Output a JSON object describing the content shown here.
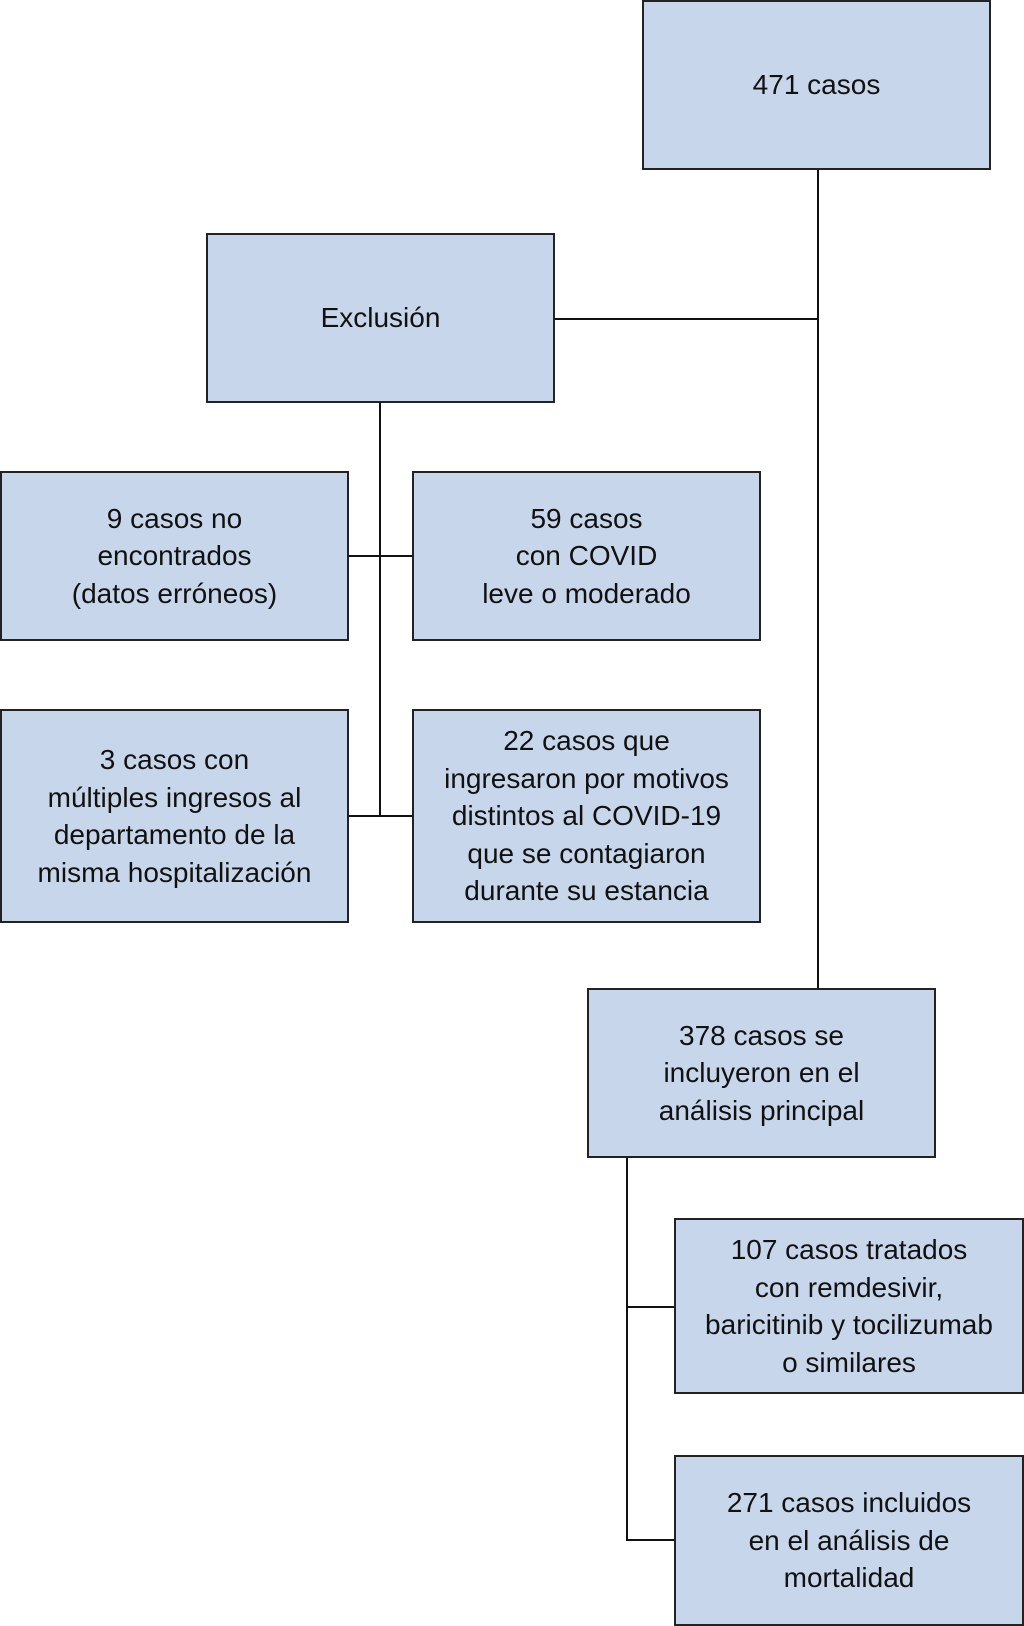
{
  "flowchart": {
    "total": "471 casos",
    "exclusion": "Exclusión",
    "excluded": [
      "9 casos no\nencontrados\n(datos erróneos)",
      "59 casos\ncon COVID\nleve o moderado",
      "3 casos con\nmúltiples ingresos al\ndepartamento de la\nmisma hospitalización",
      "22 casos que\ningresaron por motivos\ndistintos al COVID-19\nque se contagiaron\ndurante su estancia"
    ],
    "included": "378 casos se\nincluyeron en el\nanálisis principal",
    "subgroups": [
      "107 casos tratados\ncon remdesivir,\nbaricitinib y tocilizumab\no similares",
      "271 casos incluidos\nen el análisis de\nmortalidad"
    ],
    "box_fill": "#c8d6ec",
    "line_color": "#111111"
  }
}
